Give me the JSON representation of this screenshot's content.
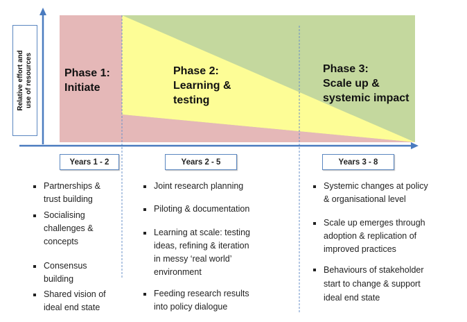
{
  "y_axis_label": "Relative effort and\nuse of resources",
  "colors": {
    "phase1": "#e5b8b8",
    "phase2": "#fdfd96",
    "phase3": "#c4d89e",
    "axis": "#4a7bbf"
  },
  "phases": [
    {
      "title_line1": "Phase 1:",
      "title_line2": "Initiate",
      "years": "Years 1 - 2",
      "items": [
        "Partnerships &\ntrust building",
        "Socialising\nchallenges &\nconcepts",
        "Consensus\nbuilding",
        "Shared vision of\nideal end state"
      ]
    },
    {
      "title_line1": "Phase 2:",
      "title_line2": "Learning &",
      "title_line3": "testing",
      "years": "Years 2 - 5",
      "items": [
        "Joint research planning",
        "Piloting & documentation",
        "Learning at scale: testing\nideas, refining & iteration\nin messy ‘real world’\nenvironment",
        "Feeding research results\ninto policy dialogue"
      ]
    },
    {
      "title_line1": "Phase 3:",
      "title_line2": "Scale up &",
      "title_line3": "systemic impact",
      "years": "Years 3 - 8",
      "items": [
        "Systemic changes at policy\n& organisational level",
        "Scale up emerges through\nadoption & replication of\nimproved practices",
        "Behaviours of stakeholder\nstart to change & support\nideal end state"
      ]
    }
  ]
}
